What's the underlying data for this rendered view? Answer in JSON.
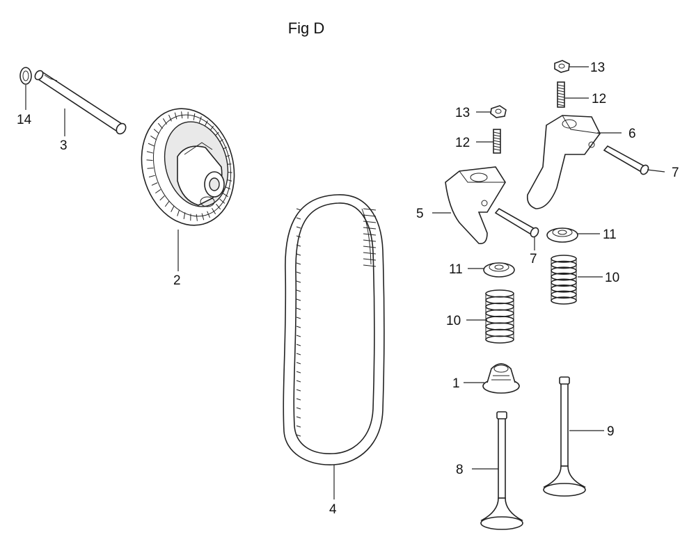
{
  "figure": {
    "title": "Fig D"
  },
  "callouts": [
    {
      "id": "c1",
      "text": "1"
    },
    {
      "id": "c2",
      "text": "2"
    },
    {
      "id": "c3",
      "text": "3"
    },
    {
      "id": "c4",
      "text": "4"
    },
    {
      "id": "c5",
      "text": "5"
    },
    {
      "id": "c6",
      "text": "6"
    },
    {
      "id": "c7a",
      "text": "7"
    },
    {
      "id": "c7b",
      "text": "7"
    },
    {
      "id": "c8",
      "text": "8"
    },
    {
      "id": "c9",
      "text": "9"
    },
    {
      "id": "c10a",
      "text": "10"
    },
    {
      "id": "c10b",
      "text": "10"
    },
    {
      "id": "c11a",
      "text": "11"
    },
    {
      "id": "c11b",
      "text": "11"
    },
    {
      "id": "c12a",
      "text": "12"
    },
    {
      "id": "c12b",
      "text": "12"
    },
    {
      "id": "c13a",
      "text": "13"
    },
    {
      "id": "c13b",
      "text": "13"
    },
    {
      "id": "c14",
      "text": "14"
    }
  ]
}
